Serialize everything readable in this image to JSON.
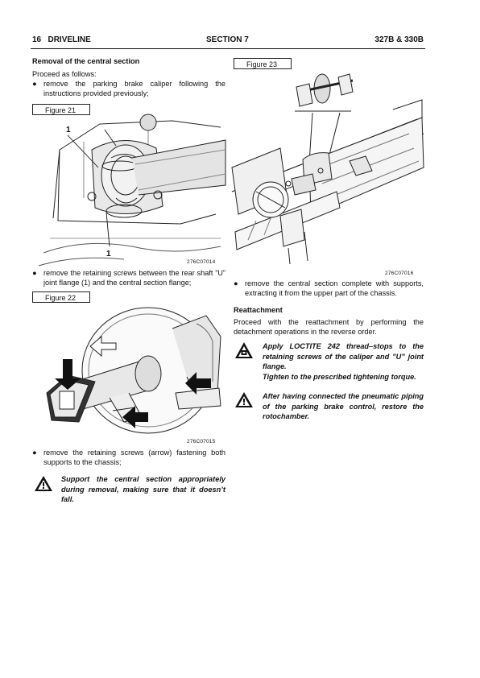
{
  "header": {
    "page_number": "16",
    "section_left": "DRIVELINE",
    "section_center": "SECTION 7",
    "models": "327B & 330B"
  },
  "left": {
    "heading": "Removal of the central section",
    "intro": "Proceed as follows:",
    "bullet1": "remove the parking brake caliper following the instructions provided previously;",
    "figure21": {
      "label": "Figure 21",
      "callout_top": "1",
      "callout_bottom": "1",
      "code": "276C07014"
    },
    "bullet2": "remove the retaining screws between the rear shaft ”U” joint flange (1) and the central section flange;",
    "figure22": {
      "label": "Figure 22",
      "code": "276C07015"
    },
    "bullet3": "remove the retaining screws (arrow) fastening both supports to the chassis;",
    "warning": "Support the central section appropriately during removal, making sure that it doesn’t fall."
  },
  "right": {
    "figure23": {
      "label": "Figure 23",
      "code": "276C07016"
    },
    "bullet4": "remove the central section complete with supports, extracting it from the upper part of the chassis.",
    "heading": "Reattachment",
    "para": "Proceed with the reattachment by performing the detachment operations in the reverse order.",
    "warning1": "Apply LOCTITE 242 thread–stops to the retaining screws of the caliper and ”U” joint flange.",
    "warning1b": "Tighten to the prescribed tightening torque.",
    "warning2": "After having connected the pneumatic piping of the parking brake control, restore the rotochamber."
  },
  "icons": {
    "bullet": "●",
    "warning": "warning-triangle-icon",
    "attention": "torque-warning-icon"
  }
}
